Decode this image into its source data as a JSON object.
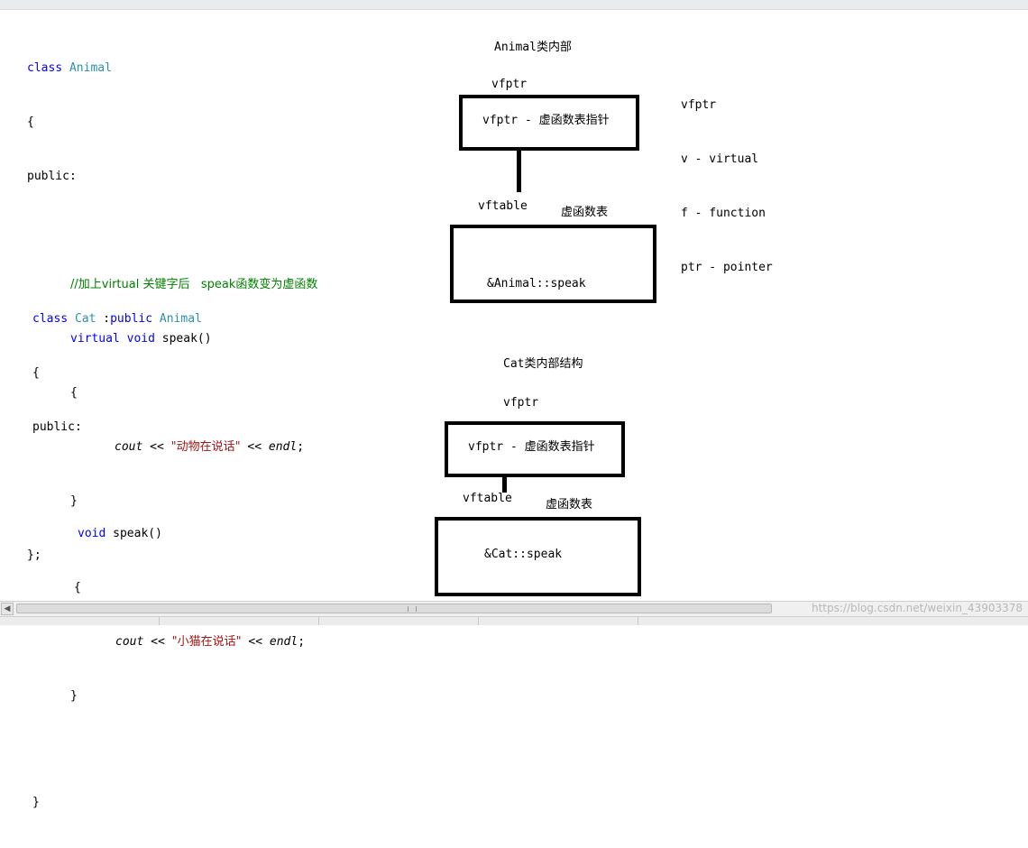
{
  "code_animal": {
    "l1_kw": "class",
    "l1_name": "Animal",
    "l2": "{",
    "l3": "public:",
    "l4_comment": "//加上virtual 关键字后   speak函数变为虚函数",
    "l5_kw1": "virtual",
    "l5_kw2": "void",
    "l5_rest": "speak()",
    "l6": "{",
    "l7_cout": "cout",
    "l7_op1": " << ",
    "l7_str": "\"动物在说话\"",
    "l7_op2": " << ",
    "l7_endl": "endl",
    "l7_end": ";",
    "l8": "}",
    "l9": "};"
  },
  "code_cat": {
    "l1_kw": "class",
    "l1_name": "Cat",
    "l1_mid": " :",
    "l1_kw2": "public",
    "l1_base": "Animal",
    "l2": "{",
    "l3": "public:",
    "l4_kw": "void",
    "l4_rest": "speak()",
    "l5": "{",
    "l6_cout": "cout",
    "l6_op1": " << ",
    "l6_str": "\"小猫在说话\"",
    "l6_op2": " << ",
    "l6_endl": "endl",
    "l6_end": ";",
    "l7": "}",
    "l8": "}"
  },
  "animal_diagram": {
    "title": "Animal类内部",
    "vfptr_label": "vfptr",
    "box1_text": "vfptr - 虚函数表指针",
    "vftable_label": "vftable",
    "table_label": "虚函数表",
    "box2_text": "&Animal::speak"
  },
  "cat_diagram": {
    "title": "Cat类内部结构",
    "vfptr_label": "vfptr",
    "box1_text": "vfptr - 虚函数表指针",
    "vftable_label": "vftable",
    "table_label": "虚函数表",
    "box2_text": "&Cat::speak"
  },
  "legend": {
    "l1": "vfptr",
    "l2": "v - virtual",
    "l3": "f - function",
    "l4": "ptr - pointer"
  },
  "watermark": "https://blog.csdn.net/weixin_43903378",
  "colors": {
    "keyword": "#0000ff",
    "type": "#2b91af",
    "comment": "#008000",
    "string": "#a31515"
  }
}
